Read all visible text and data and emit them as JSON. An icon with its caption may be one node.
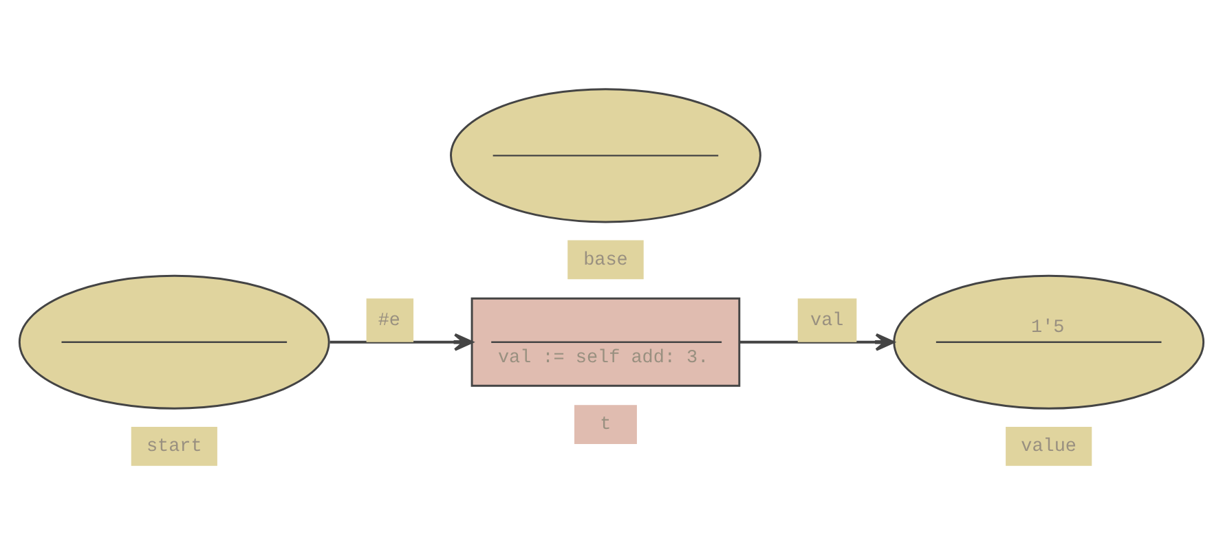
{
  "diagram": {
    "nodes": [
      {
        "text": [],
        "shape": "circle",
        "beside": [
          "base"
        ]
      },
      {
        "text": [],
        "shape": "circle",
        "beside": [
          "start"
        ]
      },
      {
        "text": [
          "val := self add: 3."
        ],
        "beside": [
          "t"
        ]
      },
      {
        "text": [
          "1'5"
        ],
        "beside": [
          "value"
        ]
      }
    ],
    "edges": [
      {
        "from": 1,
        "to": 2,
        "arrow": "to",
        "label": "#e"
      },
      {
        "from": 2,
        "to": 3,
        "arrow": "to",
        "label": "val"
      }
    ]
  }
}
